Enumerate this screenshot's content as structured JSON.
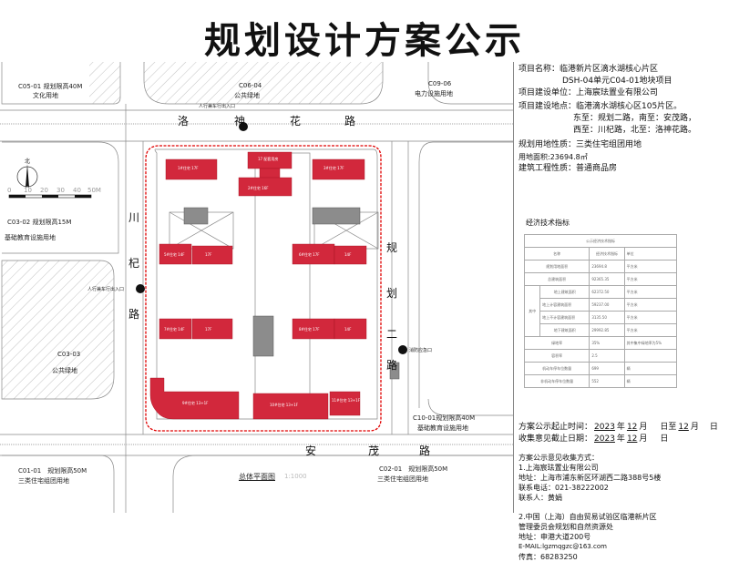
{
  "title": "规划设计方案公示",
  "plan": {
    "parcels": [
      {
        "code": "C05-01 规划限高40M",
        "use": "文化用地"
      },
      {
        "code": "C06-04",
        "use": "公共绿地"
      },
      {
        "code": "C09-06",
        "use": "电力设施用地"
      },
      {
        "code": "C03-02 规划限高15M",
        "use": "基础教育设施用地"
      },
      {
        "code": "C03-03",
        "use": "公共绿地"
      },
      {
        "code": "C10-01规划限高40M",
        "use": "基础教育设施用地"
      },
      {
        "code": "C01-01　规划限高50M",
        "use": "三类住宅组团用地"
      },
      {
        "code": "C02-01　规划限高50M",
        "use": "三类住宅组团用地"
      }
    ],
    "roads": {
      "north": [
        "洛",
        "神",
        "花",
        "路"
      ],
      "west": [
        "川",
        "杞",
        "路"
      ],
      "east": [
        "规",
        "划",
        "二",
        "路"
      ],
      "south": [
        "安",
        "茂",
        "路"
      ]
    },
    "entrances": {
      "north": "人行兼车行出入口",
      "west": "人行兼车行出入口",
      "east": "消防应急口"
    },
    "scale_labels": [
      "0",
      "10",
      "20",
      "30",
      "40",
      "50M"
    ],
    "north_label": "北",
    "buildings": [
      "1#住宅 17F",
      "17 配套用房",
      "2#住宅 16F",
      "3#住宅 17F",
      "5#住宅 14F",
      "17F",
      "6#住宅 17F",
      "14F",
      "7#住宅 14F",
      "17F",
      "8#住宅 17F",
      "14F",
      "9#住宅 13+1F",
      "10#住宅 13+1F",
      "11#住宅 13+1F"
    ],
    "plan_title": "总体平面图",
    "plan_scale": "1:1000",
    "colors": {
      "building": "#d2283c",
      "ancillary": "#8c8c8c",
      "boundary": "#e00000"
    }
  },
  "panel": {
    "project_name_label": "项目名称：",
    "project_name_1": "临港新片区滴水湖核心片区",
    "project_name_2": "DSH-04单元C04-01地块项目",
    "builder": "项目建设单位：上海宸珐置业有限公司",
    "location": "项目建设地点：临港滴水湖核心区105片区。",
    "bounds_1": "东至：规划二路，南至：安茂路，",
    "bounds_2": "西至：川杞路，北至：洛神花路。",
    "land_use": "规划用地性质：三类住宅组团用地",
    "area": "用地面积:23694.8㎡",
    "nature": "建筑工程性质：普通商品房",
    "econ_title": "经济技术指标",
    "table": {
      "caption": "公示经济技术指标",
      "header": [
        "名称",
        "经济技术指标",
        "单位"
      ],
      "rows": [
        [
          "规划用地面积",
          "23694.8",
          "平方米"
        ],
        [
          "总建筑面积",
          "92365.35",
          "平方米"
        ],
        [
          "地上建筑面积",
          "62372.50",
          "平方米"
        ],
        [
          "地上计容建筑面积",
          "59237.00",
          "平方米"
        ],
        [
          "地上不计容建筑面积",
          "3135.50",
          "平方米"
        ],
        [
          "地下建筑面积",
          "29992.85",
          "平方米"
        ],
        [
          "绿地率",
          "35%",
          "其中集中绿地率为5%"
        ],
        [
          "容积率",
          "2.5",
          ""
        ],
        [
          "机动车停车位数量",
          "699",
          "辆"
        ],
        [
          "非机动车停车位数量",
          "552",
          "辆"
        ]
      ],
      "group": "其中"
    },
    "period_label": "方案公示起止时间：",
    "period": {
      "year": "2023",
      "m1": "12",
      "d1": "",
      "m2": "12",
      "d2": ""
    },
    "deadline_label": "收集意见截止日期：",
    "deadline": {
      "year": "2023",
      "month": "12",
      "day": ""
    },
    "units": {
      "y": "年",
      "m": "月",
      "d": "日",
      "to": "日至"
    },
    "feedback_title": "方案公示意见收集方式：",
    "c1_org": "1.上海宸珐置业有限公司",
    "c1_addr": "地址：上海市浦东新区环湖西二路388号5楼",
    "c1_tel": "联系电话：021-38222002",
    "c1_person": "联系人：黄娟",
    "c2_org1": "2.中国（上海）自由贸易试验区临港新片区",
    "c2_org2": "管理委员会规划和自然资源处",
    "c2_addr": "地址：申港大道200号",
    "c2_email": "E-MAIL:lgzmqgzc@163.com",
    "c2_fax": "传真：68283250"
  }
}
